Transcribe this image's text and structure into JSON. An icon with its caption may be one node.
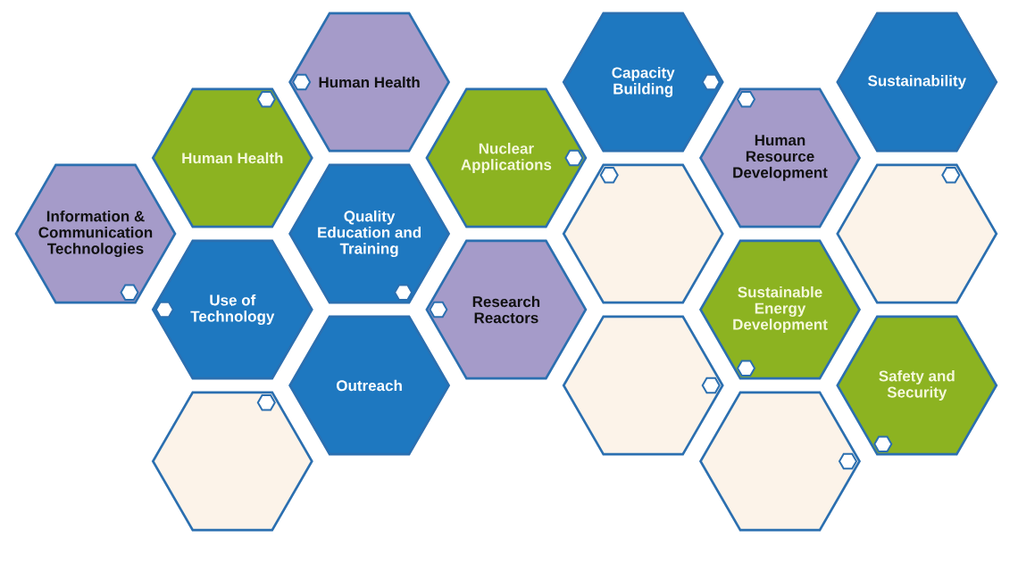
{
  "diagram": {
    "nodes": [
      {
        "text": [
          "Human Health"
        ]
      },
      {
        "text": [
          "Capacity Building"
        ]
      },
      {
        "text": [
          "Sustainability"
        ]
      },
      {
        "text": [
          "Human Health"
        ]
      },
      {
        "text": [
          "Nuclear Applications"
        ]
      },
      {
        "text": [
          "Human Resource Development"
        ]
      },
      {
        "text": [
          "Information & Communication Technologies"
        ]
      },
      {
        "text": [
          "Quality Education and Training"
        ]
      },
      {
        "text": [],
        "shape": "hexagon"
      },
      {
        "text": [],
        "shape": "hexagon"
      },
      {
        "text": [
          "Use of Technology"
        ]
      },
      {
        "text": [
          "Research Reactors"
        ]
      },
      {
        "text": [
          "Sustainable Energy Development"
        ]
      },
      {
        "text": [
          "Outreach"
        ]
      },
      {
        "text": [],
        "shape": "hexagon"
      },
      {
        "text": [
          "Safety and Security"
        ]
      },
      {
        "text": [],
        "shape": "hexagon"
      },
      {
        "text": [],
        "shape": "hexagon"
      }
    ]
  }
}
